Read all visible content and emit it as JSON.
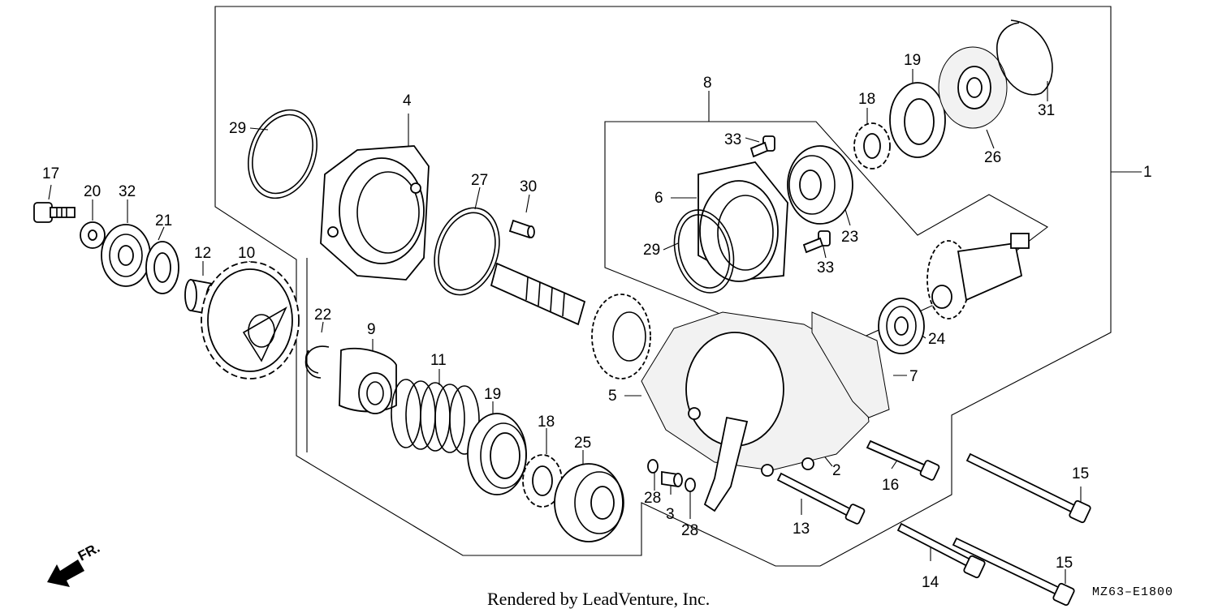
{
  "labels": {
    "l1": "1",
    "l2": "2",
    "l3": "3",
    "l4": "4",
    "l5": "5",
    "l6": "6",
    "l7": "7",
    "l8": "8",
    "l9": "9",
    "l10": "10",
    "l11": "11",
    "l12": "12",
    "l13": "13",
    "l14": "14",
    "l15a": "15",
    "l15b": "15",
    "l16": "16",
    "l17": "17",
    "l18a": "18",
    "l18b": "18",
    "l19a": "19",
    "l19b": "19",
    "l20": "20",
    "l21": "21",
    "l22": "22",
    "l23": "23",
    "l24": "24",
    "l25": "25",
    "l26": "26",
    "l27": "27",
    "l28a": "28",
    "l28b": "28",
    "l29a": "29",
    "l29b": "29",
    "l30": "30",
    "l31": "31",
    "l32": "32",
    "l33a": "33",
    "l33b": "33"
  },
  "direction": "FR.",
  "credit": "Rendered by LeadVenture, Inc.",
  "diagram_code": "MZ63–E1800"
}
